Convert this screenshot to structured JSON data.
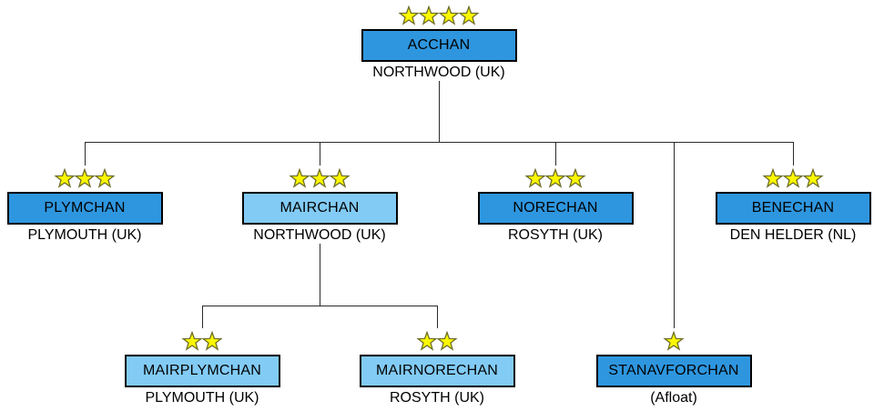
{
  "diagram": {
    "colors": {
      "background": "#ffffff",
      "command_fill": "#2E96DF",
      "maritime_air_fill": "#82CBF5",
      "node_border": "#000000",
      "connector": "#2a2a2a",
      "star_fill": "#FCF800",
      "star_stroke": "#6e6e2a",
      "text": "#000000"
    },
    "nodes": [
      {
        "id": "acchan",
        "label": "ACCHAN",
        "location": "NORTHWOOD (UK)",
        "stars": 4,
        "variant": "command"
      },
      {
        "id": "plymchan",
        "label": "PLYMCHAN",
        "location": "PLYMOUTH (UK)",
        "stars": 3,
        "variant": "command"
      },
      {
        "id": "mairchan",
        "label": "MAIRCHAN",
        "location": "NORTHWOOD (UK)",
        "stars": 3,
        "variant": "maritime-air"
      },
      {
        "id": "norechan",
        "label": "NORECHAN",
        "location": "ROSYTH (UK)",
        "stars": 3,
        "variant": "command"
      },
      {
        "id": "benechan",
        "label": "BENECHAN",
        "location": "DEN HELDER (NL)",
        "stars": 3,
        "variant": "command"
      },
      {
        "id": "mairplymchan",
        "label": "MAIRPLYMCHAN",
        "location": "PLYMOUTH (UK)",
        "stars": 2,
        "variant": "maritime-air"
      },
      {
        "id": "mairnorechan",
        "label": "MAIRNORECHAN",
        "location": "ROSYTH (UK)",
        "stars": 2,
        "variant": "maritime-air"
      },
      {
        "id": "stanavforchan",
        "label": "STANAVFORCHAN",
        "location": "(Afloat)",
        "stars": 1,
        "variant": "command"
      }
    ],
    "edges": [
      {
        "from": "acchan",
        "to": "plymchan"
      },
      {
        "from": "acchan",
        "to": "mairchan"
      },
      {
        "from": "acchan",
        "to": "norechan"
      },
      {
        "from": "acchan",
        "to": "benechan"
      },
      {
        "from": "acchan",
        "to": "stanavforchan"
      },
      {
        "from": "mairchan",
        "to": "mairplymchan"
      },
      {
        "from": "mairchan",
        "to": "mairnorechan"
      }
    ]
  }
}
